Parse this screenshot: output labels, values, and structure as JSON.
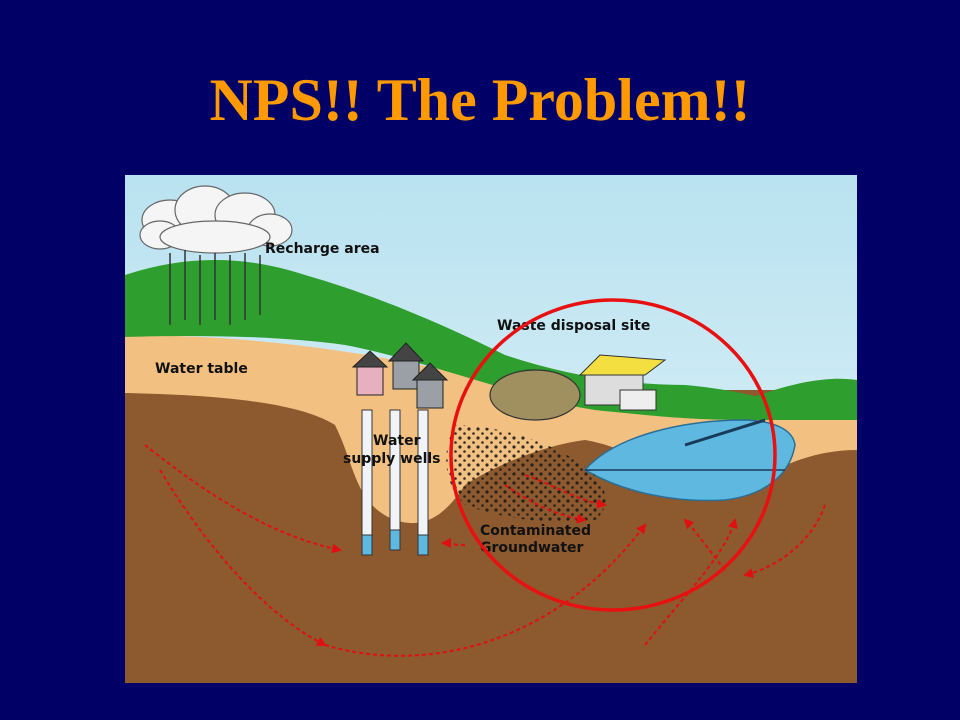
{
  "slide": {
    "title": "NPS!! The Problem!!"
  },
  "diagram": {
    "labels": {
      "recharge_area": "Recharge area",
      "water_table": "Water table",
      "waste_disposal_site": "Waste disposal site",
      "water_line1": "Water",
      "water_line2": "supply wells",
      "contaminated_line1": "Contaminated",
      "contaminated_line2": "Groundwater"
    },
    "colors": {
      "background": "#000066",
      "title": "#FF9900",
      "sky": "#D0ECF4",
      "grass": "#2E9E2E",
      "sand": "#F2C182",
      "soil": "#8C5A2E",
      "water": "#5EB8E0",
      "flow_arrows": "#E01010",
      "highlight_circle": "#E81010"
    }
  }
}
